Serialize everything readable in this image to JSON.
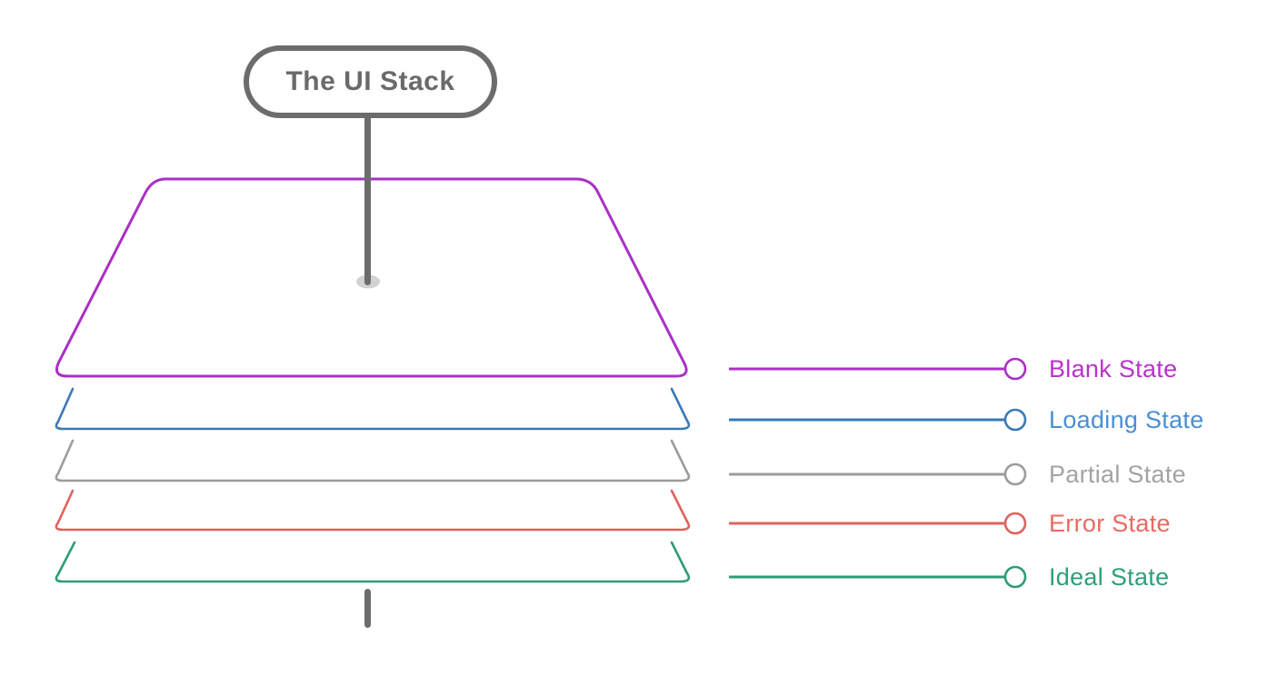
{
  "title": {
    "label": "The UI Stack"
  },
  "colors": {
    "background": "#ffffff",
    "stick": "#6c6c6c",
    "pill_border": "#6c6c6c",
    "pill_text": "#6a6a6a",
    "ellipse": "#d2d2d2"
  },
  "states": [
    {
      "id": "blank",
      "label": "Blank State",
      "line_color": "#ab2fc6",
      "text_color": "#b833cb"
    },
    {
      "id": "loading",
      "label": "Loading State",
      "line_color": "#3a79b8",
      "text_color": "#4a8fd3"
    },
    {
      "id": "partial",
      "label": "Partial State",
      "line_color": "#9c9c9c",
      "text_color": "#a3a3a3"
    },
    {
      "id": "error",
      "label": "Error State",
      "line_color": "#df625e",
      "text_color": "#ec6862"
    },
    {
      "id": "ideal",
      "label": "Ideal State",
      "line_color": "#2f9b77",
      "text_color": "#2f9f7b"
    }
  ]
}
